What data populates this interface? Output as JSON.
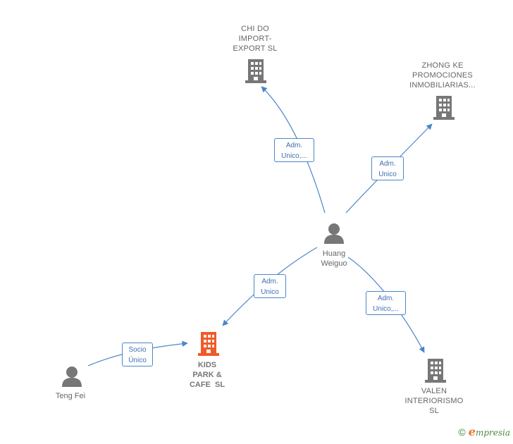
{
  "nodes": {
    "chi_do": {
      "lines": [
        "CHI DO",
        "IMPORT-",
        "EXPORT SL"
      ],
      "type": "company"
    },
    "zhong_ke": {
      "lines": [
        "ZHONG KE",
        "PROMOCIONES",
        "INMOBILIARIAS..."
      ],
      "type": "company"
    },
    "huang": {
      "lines": [
        "Huang",
        "Weiguo"
      ],
      "type": "person"
    },
    "kids_park": {
      "lines": [
        "KIDS",
        "PARK &",
        "CAFE  SL"
      ],
      "type": "company-main"
    },
    "teng_fei": {
      "lines": [
        "Teng Fei"
      ],
      "type": "person"
    },
    "valen": {
      "lines": [
        "VALEN",
        "INTERIORISMO",
        "SL"
      ],
      "type": "company"
    }
  },
  "edges": {
    "huang_chi_do": {
      "lines": [
        "Adm.",
        "Unico,..."
      ]
    },
    "huang_zhong_ke": {
      "lines": [
        "Adm.",
        "Unico"
      ]
    },
    "huang_kids": {
      "lines": [
        "Adm.",
        "Unico"
      ]
    },
    "huang_valen": {
      "lines": [
        "Adm.",
        "Unico,..."
      ]
    },
    "teng_kids": {
      "lines": [
        "Socio",
        "Único"
      ]
    }
  },
  "colors": {
    "company_icon": "#777777",
    "main_icon": "#f05a28",
    "person_icon": "#777777",
    "edge": "#4a86c8"
  },
  "footer": {
    "copyright": "©",
    "brand_first": "e",
    "brand_rest": "mpresia"
  }
}
